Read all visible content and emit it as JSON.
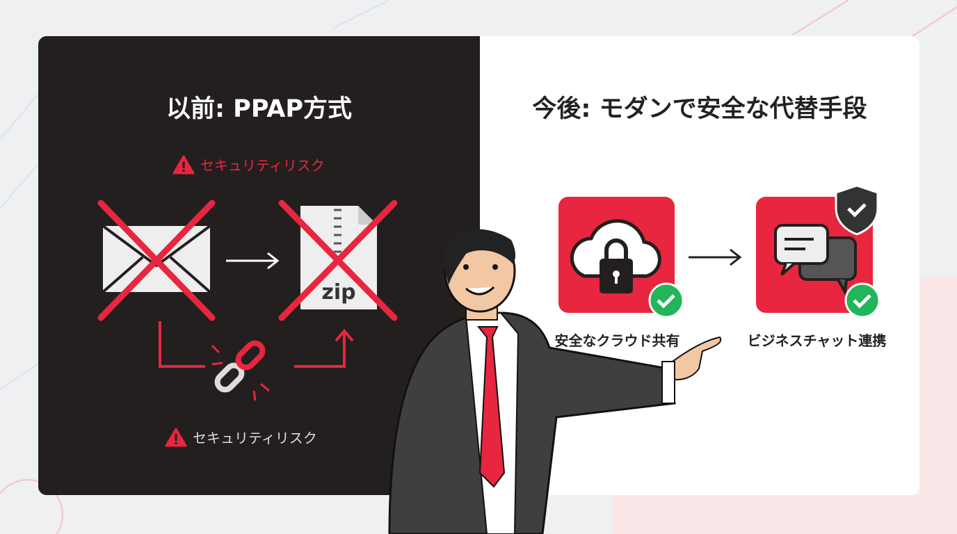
{
  "left_panel": {
    "title": "以前: PPAP方式",
    "warning_top": "セキュリティリスク",
    "warning_bottom": "セキュリティリスク",
    "zip_label": "zip"
  },
  "right_panel": {
    "title": "今後: モダンで安全な代替手段",
    "items": [
      {
        "label": "安全なクラウド共有",
        "icon": "cloud-lock-icon"
      },
      {
        "label": "ビジネスチャット連携",
        "icon": "chat-bubbles-icon"
      }
    ]
  },
  "colors": {
    "accent": "#e8263f",
    "dark": "#231f1e",
    "success": "#22b55a"
  }
}
